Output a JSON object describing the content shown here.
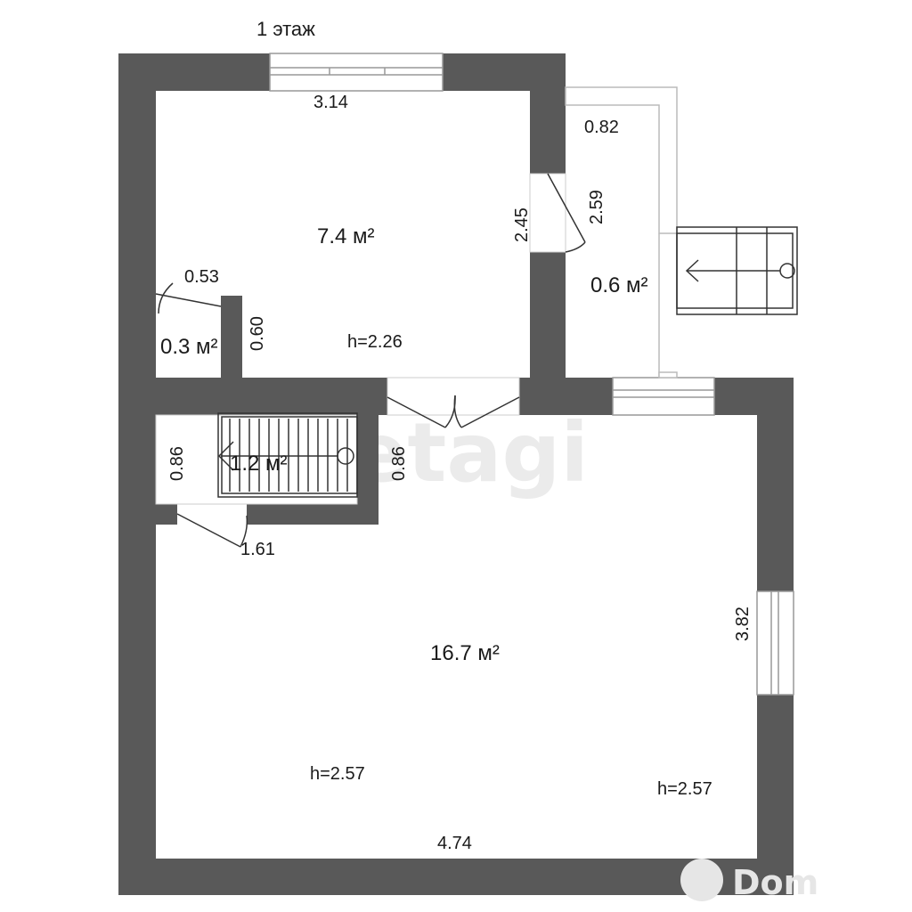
{
  "floor_title": "1 этаж",
  "rooms": {
    "top_room": {
      "area": "7.4 м²",
      "height": "h=2.26"
    },
    "closet": {
      "area": "0.3 м²"
    },
    "entry": {
      "area": "0.6 м²"
    },
    "stair_room": {
      "area": "1.2 м²"
    },
    "main_room": {
      "area": "16.7 м²",
      "height_left": "h=2.57",
      "height_right": "h=2.57"
    }
  },
  "dimensions": {
    "top_window": "3.14",
    "entry_width": "0.82",
    "door_wall": "2.45",
    "door_swing": "2.59",
    "closet_door": "0.53",
    "closet_wall": "0.60",
    "stair_left": "0.86",
    "stair_right": "0.86",
    "stair_door": "1.61",
    "right_wall": "3.82",
    "bottom_wall": "4.74"
  },
  "watermarks": {
    "center": "etagi",
    "corner": "Dom"
  },
  "colors": {
    "wall": "#595959",
    "line": "#333333",
    "window_frame": "#999999",
    "watermark": "#e6e6e6"
  }
}
